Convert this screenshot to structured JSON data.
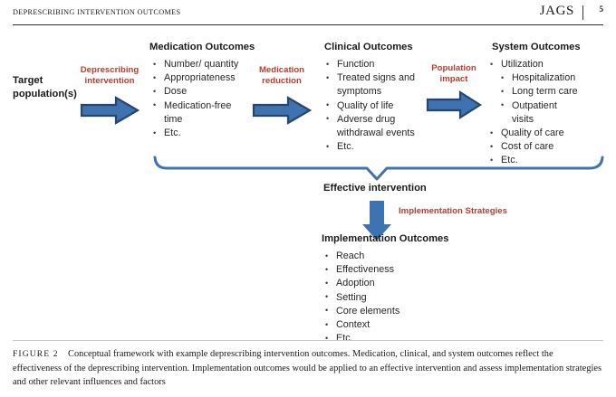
{
  "running_head": {
    "title": "DEPRESCRIBING INTERVENTION OUTCOMES",
    "journal": "JAGS",
    "page": "5"
  },
  "figure": {
    "start_node": "Target population(s)",
    "edges": [
      {
        "name": "deprescribing-intervention",
        "line1": "Deprescribing",
        "line2": "intervention"
      },
      {
        "name": "medication-reduction",
        "line1": "Medication",
        "line2": "reduction"
      },
      {
        "name": "population-impact",
        "line1": "Population",
        "line2": "impact"
      }
    ],
    "implementation_strategies_label": "Implementation Strategies",
    "effective_intervention": "Effective intervention",
    "columns": [
      {
        "id": "medication-outcomes",
        "title": "Medication Outcomes",
        "items": [
          {
            "text": "Number/ quantity",
            "level": 1
          },
          {
            "text": "Appropriateness",
            "level": 1
          },
          {
            "text": "Dose",
            "level": 1
          },
          {
            "text": "Medication-free",
            "level": 1
          },
          {
            "text": "time",
            "level": "cont"
          },
          {
            "text": "Etc.",
            "level": 1
          }
        ]
      },
      {
        "id": "clinical-outcomes",
        "title": "Clinical Outcomes",
        "items": [
          {
            "text": "Function",
            "level": 1
          },
          {
            "text": "Treated signs and",
            "level": 1
          },
          {
            "text": "symptoms",
            "level": "cont"
          },
          {
            "text": "Quality of life",
            "level": 1
          },
          {
            "text": "Adverse drug",
            "level": 1
          },
          {
            "text": "withdrawal events",
            "level": "cont"
          },
          {
            "text": "Etc.",
            "level": 1
          }
        ]
      },
      {
        "id": "system-outcomes",
        "title": "System Outcomes",
        "items": [
          {
            "text": "Utilization",
            "level": 1
          },
          {
            "text": "Hospitalization",
            "level": 2
          },
          {
            "text": "Long term care",
            "level": 2
          },
          {
            "text": "Outpatient",
            "level": 2
          },
          {
            "text": "visits",
            "level": "sub-cont"
          },
          {
            "text": "Quality of care",
            "level": 1
          },
          {
            "text": "Cost of care",
            "level": 1
          },
          {
            "text": "Etc.",
            "level": 1
          }
        ]
      },
      {
        "id": "implementation-outcomes",
        "title": "Implementation Outcomes",
        "items": [
          {
            "text": "Reach",
            "level": 1
          },
          {
            "text": "Effectiveness",
            "level": 1
          },
          {
            "text": "Adoption",
            "level": 1
          },
          {
            "text": "Setting",
            "level": 1
          },
          {
            "text": "Core elements",
            "level": 1
          },
          {
            "text": "Context",
            "level": 1
          },
          {
            "text": "Etc.",
            "level": 1
          }
        ]
      }
    ],
    "colors": {
      "arrow_fill": "#3E72B0",
      "arrow_stroke": "#27456E",
      "bracket": "#3E72B0",
      "edge_label": "#C0392B",
      "text": "#1A1A1A"
    }
  },
  "caption": {
    "label": "FIGURE 2",
    "text": "Conceptual framework with example deprescribing intervention outcomes. Medication, clinical, and system outcomes reflect the effectiveness of the deprescribing intervention. Implementation outcomes would be applied to an effective intervention and assess implementation strategies and other relevant influences and factors"
  }
}
